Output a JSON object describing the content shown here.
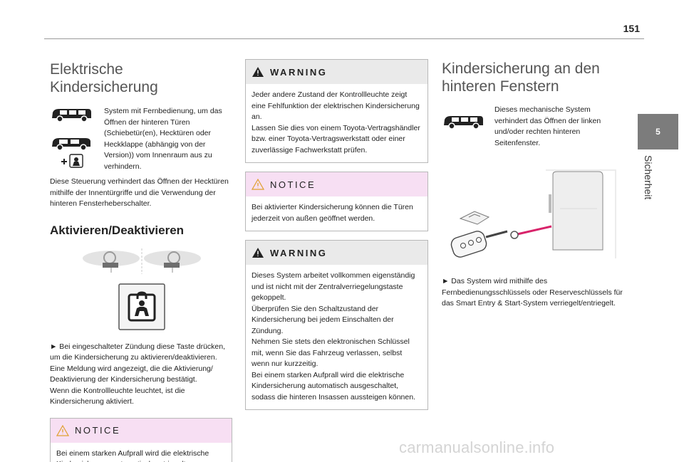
{
  "page": {
    "number": "151"
  },
  "chapter": {
    "number": "5",
    "label": "Sicherheit"
  },
  "left": {
    "title": "Elektrische Kindersicherung",
    "intro": "System mit Fernbedienung, um das Öffnen der hinteren Türen (Schiebetür(en), Hecktüren oder Heckklappe (abhängig von der Version)) vom Innenraum aus zu verhindern.",
    "desc": "Diese Steuerung verhindert das Öffnen der Hecktüren mithilfe der Innentürgriffe und die Verwendung der hinteren Fensterheberschalter.",
    "subtitle": "Aktivieren/Deaktivieren",
    "instructions": [
      "► Bei eingeschalteter Zündung diese Taste drücken, um die Kindersicherung zu aktivieren/deaktivieren.",
      "Eine Meldung wird angezeigt, die die Aktivierung/ Deaktivierung der Kindersicherung bestätigt.",
      "Wenn die Kontrollleuchte leuchtet, ist die Kindersicherung aktiviert."
    ],
    "notice": {
      "title": "NOTICE",
      "body": "Bei einem starken Aufprall wird die elektrische Kindersicherung automatisch entriegelt."
    }
  },
  "middle": {
    "warning1": {
      "title": "WARNING",
      "lines": [
        "Jeder andere Zustand der Kontrollleuchte zeigt eine Fehlfunktion der elektrischen Kindersicherung an.",
        "Lassen Sie dies von einem Toyota-Vertragshändler bzw. einer Toyota-Vertragswerkstatt oder einer zuverlässige Fachwerkstatt prüfen."
      ]
    },
    "notice": {
      "title": "NOTICE",
      "body": "Bei aktivierter Kindersicherung können die Türen jederzeit von außen geöffnet werden."
    },
    "warning2": {
      "title": "WARNING",
      "lines": [
        "Dieses System arbeitet vollkommen eigenständig und ist nicht mit der Zentralverriegelungstaste gekoppelt.",
        "Überprüfen Sie den Schaltzustand der Kindersicherung bei jedem Einschalten der Zündung.",
        "Nehmen Sie stets den elektronischen Schlüssel mit, wenn Sie das Fahrzeug verlassen, selbst wenn nur kurzzeitig.",
        "Bei einem starken Aufprall wird die elektrische Kindersicherung automatisch ausgeschaltet, sodass die hinteren Insassen aussteigen können."
      ]
    }
  },
  "right": {
    "title": "Kindersicherung an den hinteren Fenstern",
    "intro": "Dieses mechanische System verhindert das Öffnen der linken und/oder rechten hinteren Seitenfenster.",
    "instruction": "► Das System wird mithilfe des Fernbedienungsschlüssels oder Reserveschlüssels für das Smart Entry & Start-System verriegelt/entriegelt."
  },
  "watermark": "carmanualsonline.info"
}
